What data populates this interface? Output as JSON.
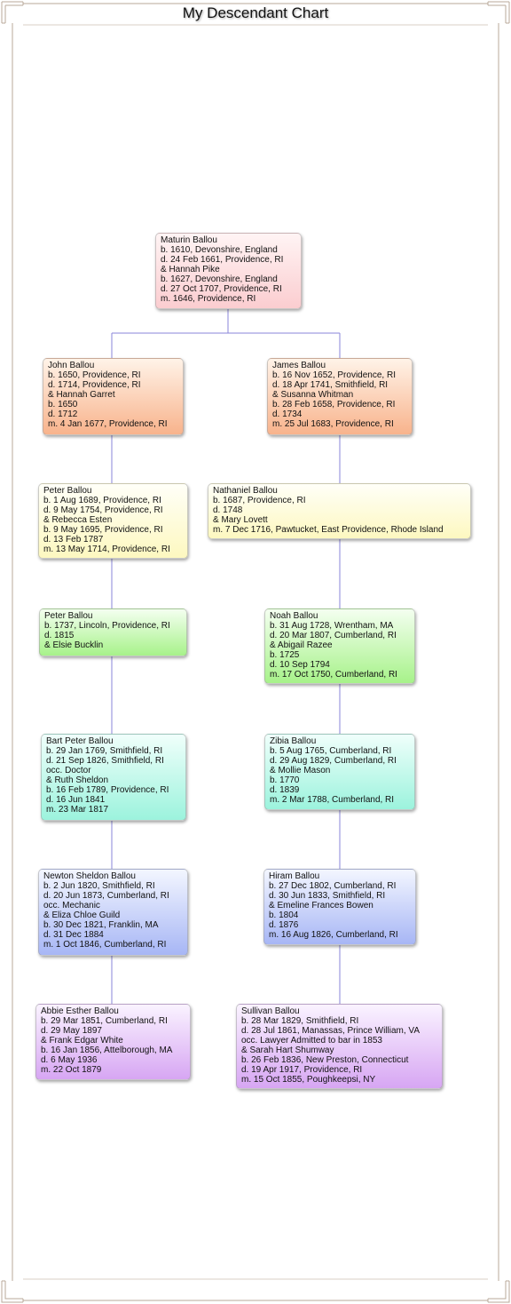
{
  "title": "My Descendant Chart",
  "colors": {
    "connector": "#8a86d8",
    "frame": "#b8a99a"
  },
  "people": {
    "maturin": [
      "Maturin Ballou",
      "b. 1610, Devonshire, England",
      "d. 24 Feb 1661, Providence, RI",
      "& Hannah Pike",
      "b. 1627, Devonshire, England",
      "d. 27 Oct 1707, Providence, RI",
      "m. 1646, Providence, RI"
    ],
    "john": [
      "John Ballou",
      "b. 1650, Providence, RI",
      "d. 1714, Providence, RI",
      "& Hannah Garret",
      "b. 1650",
      "d. 1712",
      "m. 4 Jan 1677, Providence, RI"
    ],
    "james": [
      "James Ballou",
      "b. 16 Nov 1652, Providence, RI",
      "d. 18 Apr 1741, Smithfield, RI",
      "& Susanna Whitman",
      "b. 28 Feb 1658, Providence, RI",
      "d. 1734",
      "m. 25 Jul 1683, Providence, RI"
    ],
    "peter1": [
      "Peter Ballou",
      "b. 1 Aug 1689, Providence, RI",
      "d. 9 May 1754, Providence, RI",
      "& Rebecca Esten",
      "b. 9 May 1695, Providence, RI",
      "d. 13 Feb 1787",
      "m. 13 May 1714, Providence, RI"
    ],
    "nathaniel": [
      "Nathaniel Ballou",
      "b. 1687, Providence, RI",
      "d. 1748",
      "& Mary Lovett",
      "m. 7 Dec 1716, Pawtucket, East Providence, Rhode Island"
    ],
    "peter2": [
      "Peter Ballou",
      "b. 1737, Lincoln, Providence, RI",
      "d. 1815",
      "& Elsie Bucklin"
    ],
    "noah": [
      "Noah Ballou",
      "b. 31 Aug 1728, Wrentham, MA",
      "d. 20 Mar 1807, Cumberland, RI",
      "& Abigail Razee",
      "b. 1725",
      "d. 10 Sep 1794",
      "m. 17 Oct 1750, Cumberland, RI"
    ],
    "bart": [
      "Bart Peter Ballou",
      "b. 29 Jan 1769, Smithfield, RI",
      "d. 21 Sep 1826, Smithfield, RI",
      "occ. Doctor",
      "& Ruth Sheldon",
      "b. 16 Feb 1789, Providence, RI",
      "d. 16 Jun 1841",
      "m. 23 Mar 1817"
    ],
    "zibia": [
      "Zibia Ballou",
      "b. 5 Aug 1765, Cumberland, RI",
      "d. 29 Aug 1829, Cumberland, RI",
      "& Mollie Mason",
      "b. 1770",
      "d. 1839",
      "m. 2 Mar 1788, Cumberland, RI"
    ],
    "newton": [
      "Newton Sheldon Ballou",
      "b. 2 Jun 1820, Smithfield, RI",
      "d. 20 Jun 1873, Cumberland, RI",
      "occ. Mechanic",
      "& Eliza Chloe Guild",
      "b. 30 Dec 1821, Franklin, MA",
      "d. 31 Dec 1884",
      "m. 1 Oct 1846, Cumberland, RI"
    ],
    "hiram": [
      "Hiram Ballou",
      "b. 27 Dec 1802, Cumberland, RI",
      "d. 30 Jun 1833, Smithfield, RI",
      "& Emeline Frances Bowen",
      "b. 1804",
      "d. 1876",
      "m. 16 Aug 1826, Cumberland, RI"
    ],
    "abbie": [
      "Abbie Esther Ballou",
      "b. 29 Mar 1851, Cumberland, RI",
      "d. 29 May 1897",
      "& Frank Edgar White",
      "b. 16 Jan 1856, Attelborough, MA",
      "d. 6 May 1936",
      "m. 22 Oct 1879"
    ],
    "sullivan": [
      "Sullivan Ballou",
      "b. 28 Mar 1829, Smithfield, RI",
      "d. 28 Jul 1861, Manassas, Prince William, VA",
      "occ. Lawyer Admitted to bar in 1853",
      "& Sarah Hart Shumway",
      "b. 26 Feb 1836, New Preston, Connecticut",
      "d. 19 Apr 1917, Providence, RI",
      "m. 15 Oct 1855, Poughkeepsi, NY"
    ]
  }
}
